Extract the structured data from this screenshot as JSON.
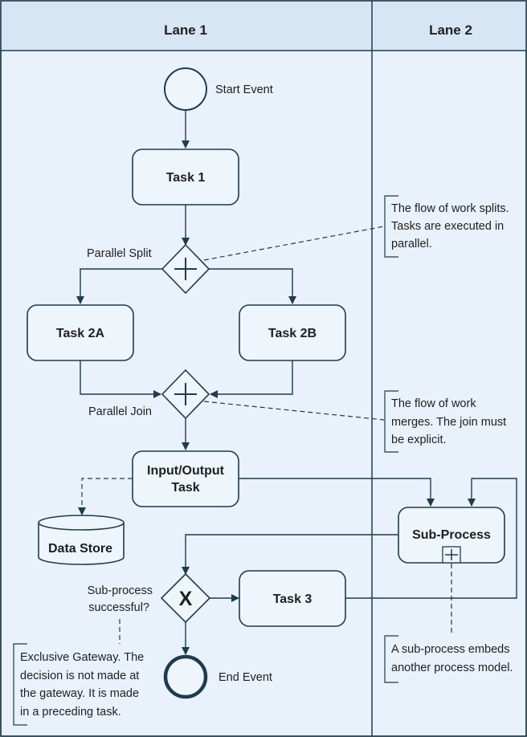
{
  "lanes": [
    {
      "title": "Lane 1"
    },
    {
      "title": "Lane 2"
    }
  ],
  "events": {
    "start_label": "Start Event",
    "end_label": "End Event"
  },
  "tasks": {
    "task1": "Task 1",
    "task2a": "Task 2A",
    "task2b": "Task 2B",
    "io_line1": "Input/Output",
    "io_line2": "Task",
    "data_store": "Data Store",
    "sub_process": "Sub-Process",
    "task3": "Task 3"
  },
  "gateways": {
    "parallel_split": "Parallel Split",
    "parallel_join": "Parallel Join",
    "exclusive_symbol": "X",
    "decision_line1": "Sub-process",
    "decision_line2": "successful?"
  },
  "annotations": {
    "split": [
      "The flow of work splits.",
      "Tasks are executed in",
      "parallel."
    ],
    "join": [
      "The flow of work",
      "merges. The join must",
      "be explicit."
    ],
    "subprocess": [
      "A sub-process embeds",
      "another process model."
    ],
    "exclusive": [
      "Exclusive Gateway. The",
      "decision is not made at",
      "the gateway. It is made",
      "in a preceding task."
    ]
  },
  "colors": {
    "lane_fill": "#e9f1fa",
    "lane_header": "#d7e6f5",
    "shape_fill": "#eef5fb",
    "stroke": "#1f3b4d"
  }
}
